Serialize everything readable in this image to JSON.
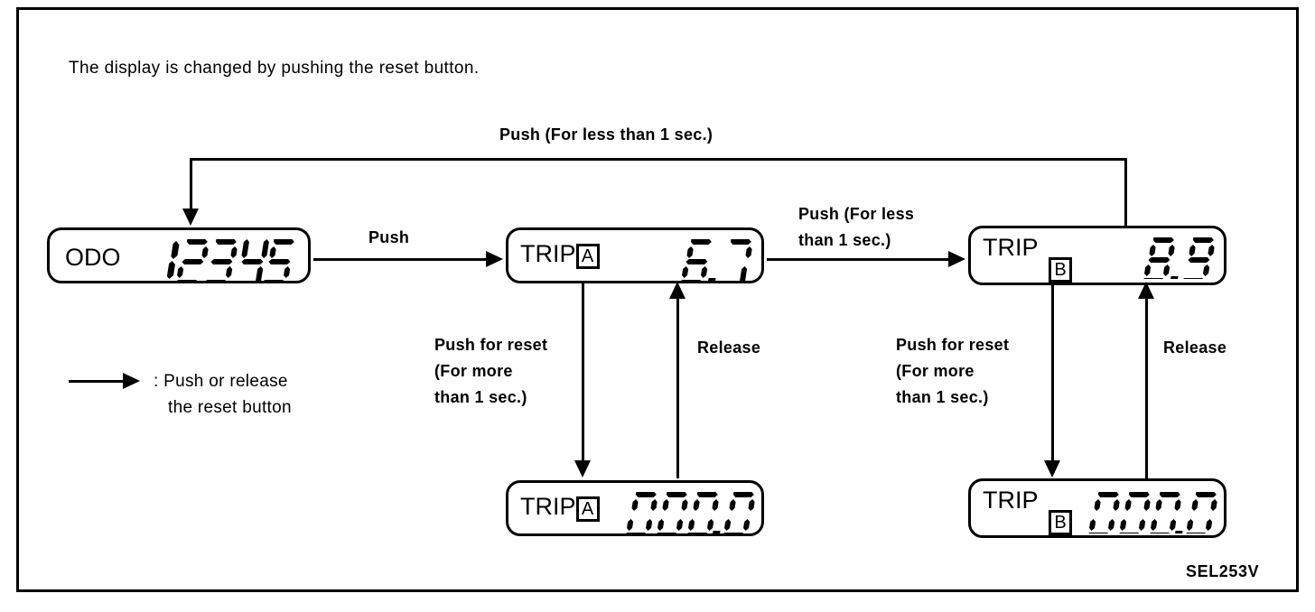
{
  "figure": {
    "intro": "The display is changed by pushing the reset button.",
    "id": "SEL253V"
  },
  "legend": {
    "line1": ": Push or release",
    "line2": "the reset button"
  },
  "labels": {
    "feedback_top": "Push (For less than 1 sec.)",
    "odo_to_tripa": "Push",
    "tripa_to_tripb_l1": "Push (For less",
    "tripa_to_tripb_l2": "than 1 sec.)",
    "reset_a_l1": "Push for reset",
    "reset_a_l2": "(For more",
    "reset_a_l3": "than 1 sec.)",
    "release_a": "Release",
    "reset_b_l1": "Push for reset",
    "reset_b_l2": "(For more",
    "reset_b_l3": "than 1 sec.)",
    "release_b": "Release"
  },
  "displays": {
    "odo": {
      "label": "ODO",
      "badge": "",
      "value": "12345"
    },
    "trip_a": {
      "label": "TRIP",
      "badge": "A",
      "value": "6.7"
    },
    "trip_b": {
      "label": "TRIP",
      "badge": "B",
      "value": "8.9"
    },
    "trip_a_reset": {
      "label": "TRIP",
      "badge": "A",
      "value": "000.0"
    },
    "trip_b_reset": {
      "label": "TRIP",
      "badge": "B",
      "value": "000.0"
    }
  },
  "colors": {
    "ink": "#000000",
    "background": "#ffffff"
  }
}
